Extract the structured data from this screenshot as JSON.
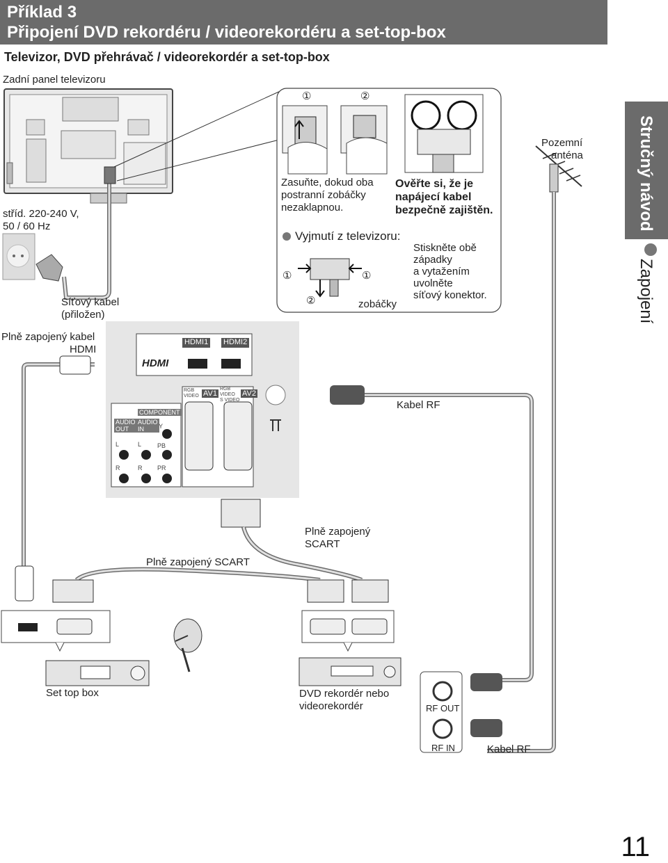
{
  "header": {
    "title_line1": "Příklad 3",
    "title_line2": "Připojení DVD rekordéru / videorekordéru a set-top-box"
  },
  "subtitle": "Televizor, DVD přehrávač / videorekordér a set-top-box",
  "tv_panel_label": "Zadní panel televizoru",
  "power": {
    "voltage_line1": "stříd. 220-240 V,",
    "voltage_line2": "50 / 60 Hz",
    "cable_line1": "Síťový kabel",
    "cable_line2": "(přiložen)"
  },
  "callout": {
    "step1": "①",
    "step2": "②",
    "insert_line1": "Zasuňte, dokud oba",
    "insert_line2": "postranní zobáčky",
    "insert_line3": "nezaklapnou.",
    "verify_line1": "Ověřte si, že je",
    "verify_line2": "napájecí kabel",
    "verify_line3": "bezpečně zajištěn.",
    "remove_title": "Vyjmutí z televizoru:",
    "remove_line1": "Stiskněte obě",
    "remove_line2": "západky",
    "remove_line3": "a vytažením",
    "remove_line4": "uvolněte",
    "remove_line5": "síťový konektor.",
    "hooks": "zobáčky"
  },
  "antenna": {
    "line1": "Pozemní",
    "line2": "anténa"
  },
  "side_tab": {
    "main": "Stručný návod",
    "sub": "Zapojení"
  },
  "hdmi_cable": {
    "line1": "Plně zapojený kabel",
    "line2": "HDMI"
  },
  "panel_labels": {
    "hdmi_logo": "HDMI",
    "hdmi1": "HDMI1",
    "hdmi2": "HDMI2",
    "av1": "AV1",
    "av2": "AV2",
    "rgb_video_1": "RGB",
    "video_1": "VIDEO",
    "rgb_2": "RGB",
    "video_2": "VIDEO",
    "svideo_2": "S VIDEO",
    "component": "COMPONENT",
    "audio_out_1": "AUDIO",
    "audio_out_2": "OUT",
    "audio_in_1": "AUDIO",
    "audio_in_2": "IN",
    "ch_l": "L",
    "ch_r": "R",
    "ch_y": "Y",
    "ch_pb": "PB",
    "ch_pr": "PR"
  },
  "rf_cable_top": "Kabel RF",
  "scart_right": {
    "line1": "Plně zapojený",
    "line2": "SCART"
  },
  "scart_left": "Plně zapojený SCART",
  "set_top_box": "Set top box",
  "recorder": {
    "line1": "DVD rekordér nebo",
    "line2": "videorekordér"
  },
  "rf_out": "RF OUT",
  "rf_in": "RF IN",
  "rf_cable_bottom": "Kabel RF",
  "page_number": "11"
}
